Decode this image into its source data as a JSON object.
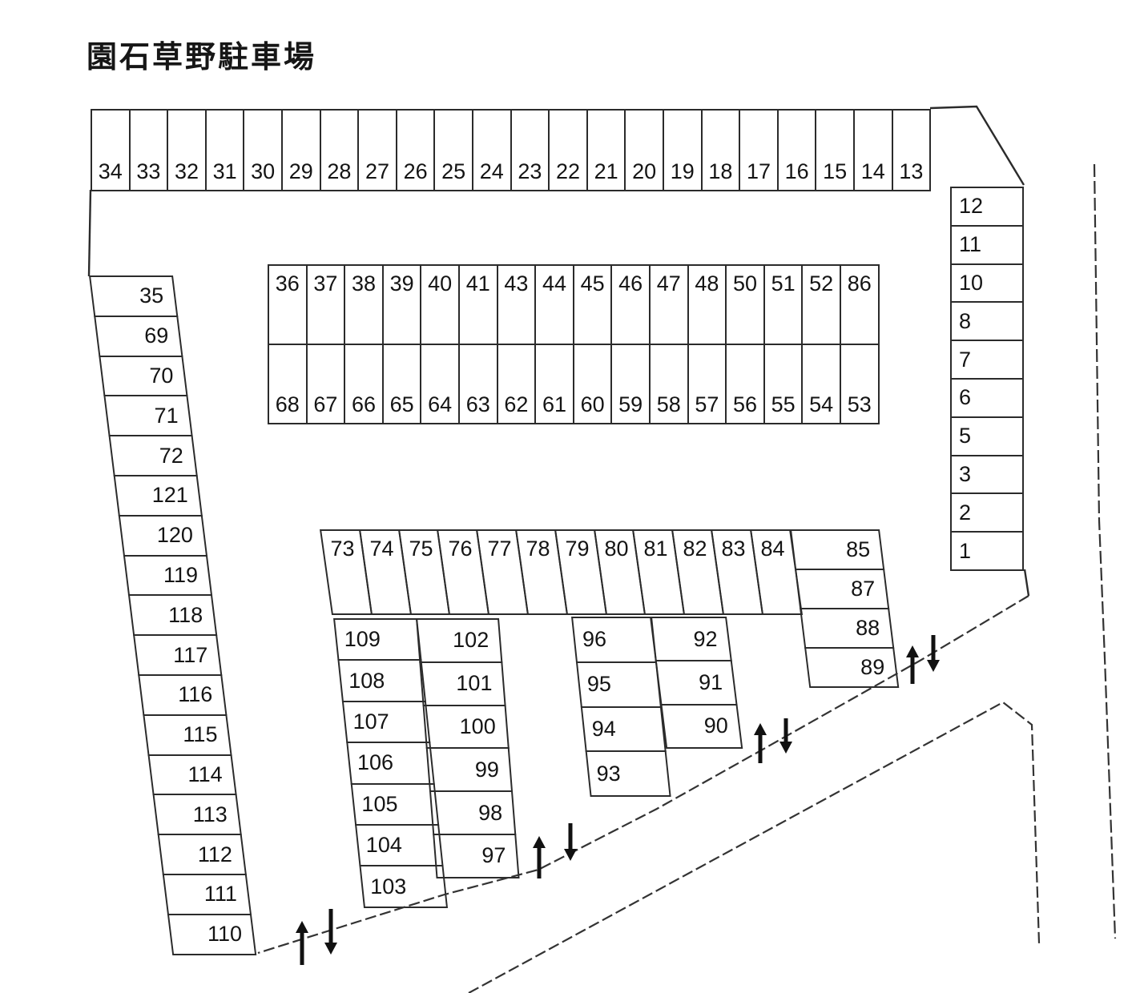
{
  "title": "園石草野駐車場",
  "spaces": {
    "top_row": [
      "34",
      "33",
      "32",
      "31",
      "30",
      "29",
      "28",
      "27",
      "26",
      "25",
      "24",
      "23",
      "22",
      "21",
      "20",
      "19",
      "18",
      "17",
      "16",
      "15",
      "14",
      "13"
    ],
    "right_col": [
      "12",
      "11",
      "10",
      "8",
      "7",
      "6",
      "5",
      "3",
      "2",
      "1"
    ],
    "mid_top_row": [
      "36",
      "37",
      "38",
      "39",
      "40",
      "41",
      "43",
      "44",
      "45",
      "46",
      "47",
      "48",
      "50",
      "51",
      "52",
      "86"
    ],
    "mid_bottom_row": [
      "68",
      "67",
      "66",
      "65",
      "64",
      "63",
      "62",
      "61",
      "60",
      "59",
      "58",
      "57",
      "56",
      "55",
      "54",
      "53"
    ],
    "left_col": [
      "35",
      "69",
      "70",
      "71",
      "72",
      "121",
      "120",
      "119",
      "118",
      "117",
      "116",
      "115",
      "114",
      "113",
      "112",
      "111",
      "110"
    ],
    "lower_row": [
      "73",
      "74",
      "75",
      "76",
      "77",
      "78",
      "79",
      "80",
      "81",
      "82",
      "83",
      "84"
    ],
    "col_85": [
      "85",
      "87",
      "88",
      "89"
    ],
    "col_109": [
      "109",
      "108",
      "107",
      "106",
      "105",
      "104",
      "103"
    ],
    "col_102": [
      "102",
      "101",
      "100",
      "99",
      "98",
      "97"
    ],
    "col_96": [
      "96",
      "95",
      "94",
      "93"
    ],
    "col_92": [
      "92",
      "91",
      "90"
    ]
  },
  "arrows": [
    {
      "direction": "up"
    },
    {
      "direction": "down"
    },
    {
      "direction": "up"
    },
    {
      "direction": "down"
    },
    {
      "direction": "up"
    },
    {
      "direction": "down"
    },
    {
      "direction": "up"
    },
    {
      "direction": "down"
    }
  ],
  "line_color": "#2b2b2b"
}
